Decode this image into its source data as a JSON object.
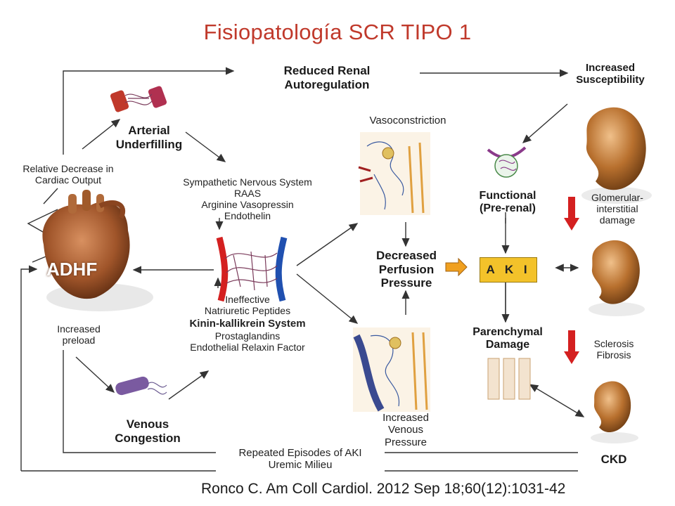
{
  "title": "Fisiopatología SCR TIPO 1",
  "citation": "Ronco C.  Am Coll Cardiol. 2012 Sep 18;60(12):1031-42",
  "nodes": {
    "reduced_renal": [
      "Reduced Renal",
      "Autoregulation"
    ],
    "increased_susceptibility": [
      "Increased",
      "Susceptibility"
    ],
    "arterial_underfilling": [
      "Arterial",
      "Underfilling"
    ],
    "relative_decrease": [
      "Relative Decrease in",
      "Cardiac Output"
    ],
    "neurohormonal": [
      "Sympathetic Nervous System",
      "RAAS",
      "Arginine Vasopressin",
      "Endothelin"
    ],
    "vasoconstriction": "Vasoconstriction",
    "functional": [
      "Functional",
      "(Pre-renal)"
    ],
    "glomerular": [
      "Glomerular-",
      "interstitial",
      "damage"
    ],
    "adhf": "ADHF",
    "decreased_perfusion": [
      "Decreased",
      "Perfusion",
      "Pressure"
    ],
    "aki": "A K I",
    "ineffective": [
      "Ineffective",
      "Natriuretic Peptides"
    ],
    "kinin": "Kinin-kallikrein System",
    "prostaglandins": [
      "Prostaglandins",
      "Endothelial Relaxin Factor"
    ],
    "increased_preload": [
      "Increased",
      "preload"
    ],
    "parenchymal": [
      "Parenchymal",
      "Damage"
    ],
    "sclerosis": [
      "Sclerosis",
      "Fibrosis"
    ],
    "venous_congestion": [
      "Venous",
      "Congestion"
    ],
    "increased_venous": [
      "Increased",
      "Venous",
      "Pressure"
    ],
    "repeated": [
      "Repeated Episodes of AKI",
      "Uremic Milieu"
    ],
    "ckd": "CKD"
  },
  "icons": [
    "heart-illustration",
    "arterial-vessel-icon",
    "venous-vessel-icon",
    "capillary-network-icon",
    "nephron-vasoconstriction-icon",
    "nephron-venous-icon",
    "glomerulus-icon",
    "tubule-damage-icon",
    "kidney-icon"
  ],
  "colors": {
    "title": "#c0392b",
    "aki": "#f3c22a",
    "orange_arrow": "#f0a020",
    "red_arrow": "#d42020",
    "kidney": "#b8702e"
  }
}
